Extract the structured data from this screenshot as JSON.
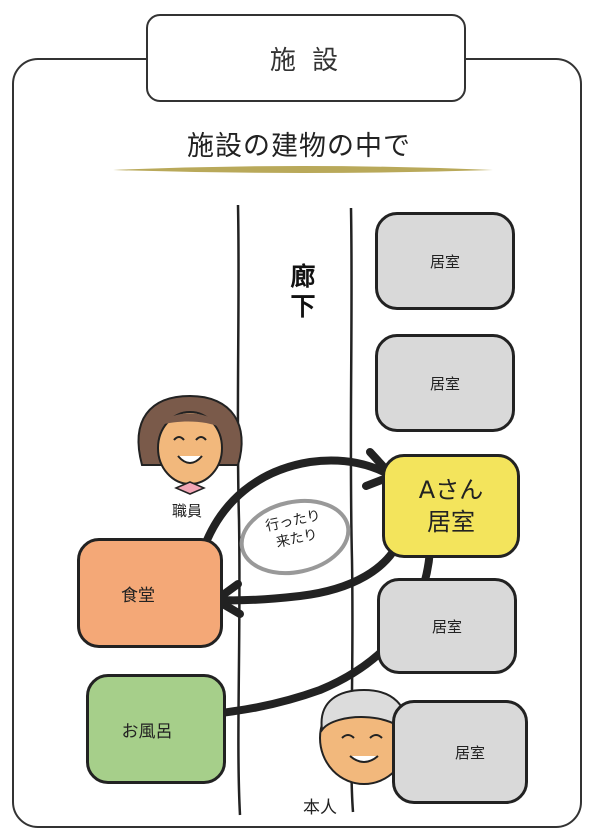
{
  "header": {
    "title": "施 設"
  },
  "subtitle": "施設の建物の中で",
  "corridor": {
    "label_line1": "廊",
    "label_line2": "下"
  },
  "rooms": {
    "r1": "居室",
    "r2": "居室",
    "a_line1": "Aさん",
    "a_line2": "居室",
    "r4": "居室",
    "r5": "居室",
    "dining": "食堂",
    "bath": "お風呂"
  },
  "people": {
    "staff": "職員",
    "self": "本人"
  },
  "loop": {
    "line1": "行ったり",
    "line2": "来たり"
  },
  "colors": {
    "room_grey": "#d9d9d9",
    "room_a": "#f3e45c",
    "dining": "#f4a877",
    "bath": "#a6cf8a",
    "underline_gold": "#b9a95a"
  },
  "icons": [
    "staff-face-icon",
    "elderly-face-icon"
  ]
}
